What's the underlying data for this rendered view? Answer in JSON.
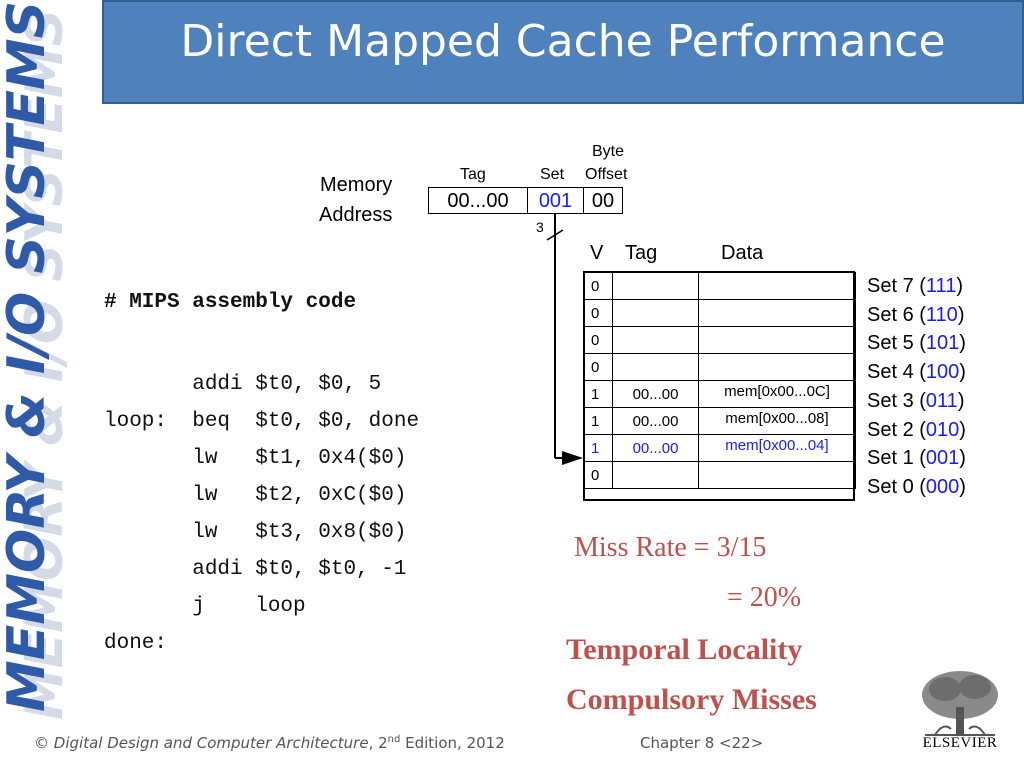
{
  "side_banner": "MEMORY & I/O SYSTEMS",
  "title": "Direct Mapped Cache Performance",
  "code": {
    "comment": "# MIPS assembly code",
    "lines": [
      "       addi $t0, $0, 5",
      "loop:  beq  $t0, $0, done",
      "       lw   $t1, 0x4($0)",
      "       lw   $t2, 0xC($0)",
      "       lw   $t3, 0x8($0)",
      "       addi $t0, $t0, -1",
      "       j    loop",
      "done:"
    ]
  },
  "address": {
    "label_line1": "Memory",
    "label_line2": "Address",
    "tag_header": "Tag",
    "set_header": "Set",
    "offset_header_line1": "Byte",
    "offset_header_line2": "Offset",
    "tag_value": "00...00",
    "set_value": "001",
    "offset_value": "00",
    "bus_width": "3"
  },
  "cache": {
    "col_v": "V",
    "col_tag": "Tag",
    "col_data": "Data",
    "rows": [
      {
        "v": "0",
        "tag": "",
        "data": "",
        "set_label": "Set 7 (",
        "bits": "111",
        "close": ")"
      },
      {
        "v": "0",
        "tag": "",
        "data": "",
        "set_label": "Set 6 (",
        "bits": "110",
        "close": ")"
      },
      {
        "v": "0",
        "tag": "",
        "data": "",
        "set_label": "Set 5 (",
        "bits": "101",
        "close": ")"
      },
      {
        "v": "0",
        "tag": "",
        "data": "",
        "set_label": "Set 4 (",
        "bits": "100",
        "close": ")"
      },
      {
        "v": "1",
        "tag": "00...00",
        "data": "mem[0x00...0C]",
        "set_label": "Set 3 (",
        "bits": "011",
        "close": ")"
      },
      {
        "v": "1",
        "tag": "00...00",
        "data": "mem[0x00...08]",
        "set_label": "Set 2 (",
        "bits": "010",
        "close": ")"
      },
      {
        "v": "1",
        "tag": "00...00",
        "data": "mem[0x00...04]",
        "set_label": "Set 1 (",
        "bits": "001",
        "close": ")"
      },
      {
        "v": "0",
        "tag": "",
        "data": "",
        "set_label": "Set 0 (",
        "bits": "000",
        "close": ")"
      }
    ],
    "highlight_color": "#1a1aff"
  },
  "results": {
    "miss_rate_line1": "Miss Rate = 3/15",
    "miss_rate_line2": "= 20%",
    "note1": "Temporal Locality",
    "note2": "Compulsory Misses",
    "color": "#c0504d"
  },
  "footer": {
    "copyright": "©",
    "book": "Digital Design and Computer Architecture",
    "edition_pre": ", 2",
    "edition_sup": "nd",
    "edition_post": " Edition, 2012",
    "chapter": "Chapter 8 <22>",
    "publisher": "ELSEVIER"
  }
}
